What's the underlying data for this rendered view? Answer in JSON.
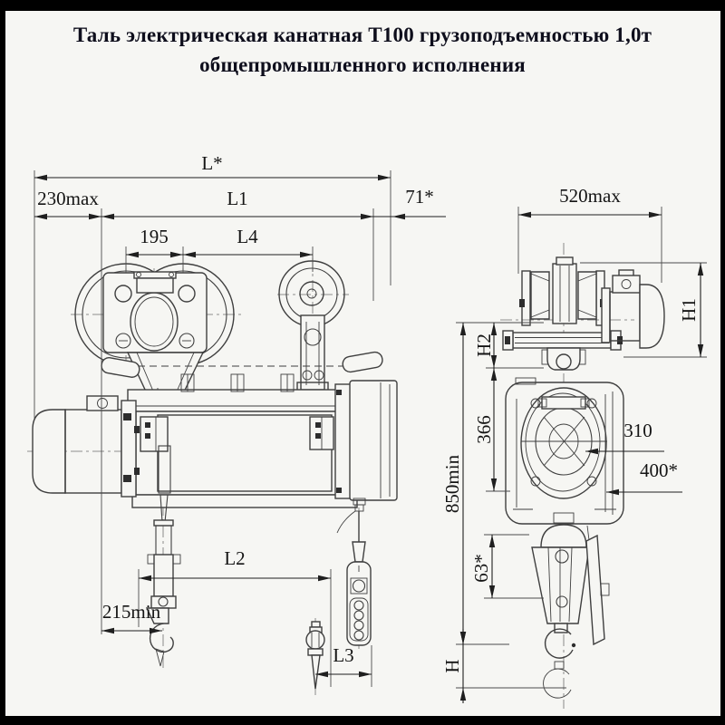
{
  "title": {
    "line1": "Таль электрическая канатная Т100 грузоподъемностью 1,0т",
    "line2": "общепромышленного исполнения"
  },
  "dims": {
    "front": {
      "l_star": "L*",
      "max_230": "230max",
      "l1": "L1",
      "star_71": "71*",
      "n_195": "195",
      "l4": "L4",
      "l2": "L2",
      "min_215": "215min",
      "l3": "L3"
    },
    "side": {
      "max_520": "520max",
      "h1": "H1",
      "h2": "H2",
      "n_366": "366",
      "min_850": "850min",
      "n_310": "310",
      "star_400": "400*",
      "star_63": "63*",
      "h": "H"
    }
  },
  "colors": {
    "paper": "#f6f6f3",
    "frame": "#000000",
    "line": "#3f3f3f",
    "text": "#141414"
  }
}
